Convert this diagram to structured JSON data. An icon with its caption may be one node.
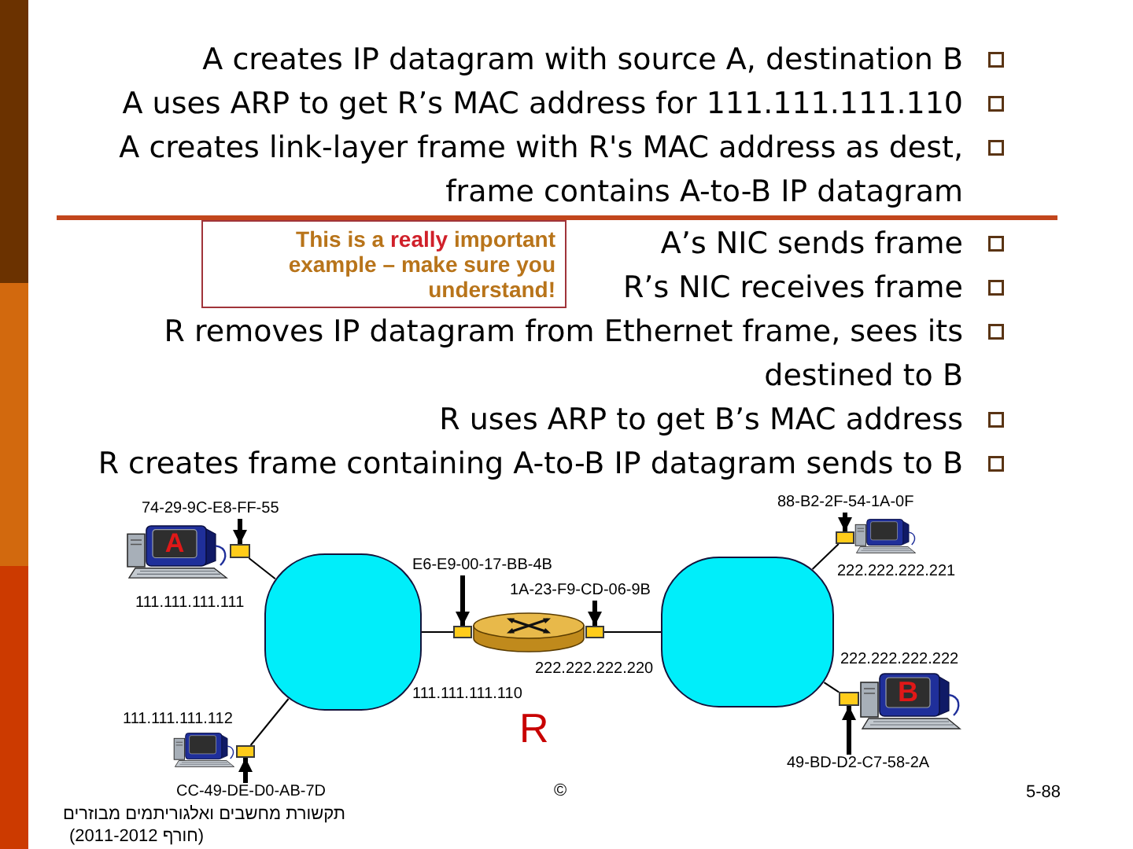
{
  "diagram": {
    "nodes": [
      {
        "text": [
          "This is a really important example – make sure you understand!"
        ]
      },
      {
        "text": [
          "74-29-9C-E8-FF-55"
        ]
      },
      {
        "text": [
          "A"
        ],
        "beside": [
          "111.111.111.111"
        ]
      },
      {
        "text": [],
        "shape": "box"
      },
      {
        "text": [],
        "shape": "cloud"
      },
      {
        "text": [],
        "shape": "picture",
        "beside": [
          "111.111.111.112"
        ]
      },
      {
        "text": [],
        "shape": "box"
      },
      {
        "text": [
          "CC-49-DE-D0-AB-7D"
        ]
      },
      {
        "text": [
          "E6-E9-00-17-BB-4B"
        ]
      },
      {
        "text": [
          "1A-23-F9-CD-06-9B"
        ]
      },
      {
        "text": [],
        "shape": "box"
      },
      {
        "text": [],
        "shape": "cylinder",
        "beside": [
          "R"
        ]
      },
      {
        "text": [],
        "shape": "box"
      },
      {
        "text": [],
        "shape": "cloud"
      },
      {
        "text": [
          "88-B2-2F-54-1A-0F"
        ]
      },
      {
        "text": [],
        "shape": "picture",
        "beside": [
          "222.222.222.221"
        ]
      },
      {
        "text": [],
        "shape": "box"
      },
      {
        "text": [
          "B"
        ],
        "beside": [
          "222.222.222.222"
        ]
      },
      {
        "text": [],
        "shape": "box"
      },
      {
        "text": [
          "49-BD-D2-C7-58-2A"
        ]
      }
    ],
    "edges": [
      {
        "from": 3,
        "to": 4,
        "arrow": "none"
      },
      {
        "from": 6,
        "to": 4,
        "arrow": "none"
      },
      {
        "from": 10,
        "to": 4,
        "arrow": "none"
      },
      {
        "from": 12,
        "to": 13,
        "arrow": "none"
      },
      {
        "from": 16,
        "to": 13,
        "arrow": "none"
      },
      {
        "from": 18,
        "to": 13,
        "arrow": "none"
      },
      {
        "from": 1,
        "to": 3,
        "arrow": "to",
        "style": "thick"
      },
      {
        "from": 7,
        "to": 6,
        "arrow": "to",
        "style": "thick"
      },
      {
        "from": 8,
        "to": 10,
        "arrow": "to",
        "style": "thick"
      },
      {
        "from": 9,
        "to": 12,
        "arrow": "to",
        "style": "thick"
      },
      {
        "from": 14,
        "to": 16,
        "arrow": "to",
        "style": "thick"
      },
      {
        "from": 19,
        "to": 18,
        "arrow": "to",
        "style": "thick"
      }
    ],
    "labels": [
      "A creates IP datagram with source A, destination B",
      "A uses ARP to get R’s MAC address for 111.111.111.110",
      "A creates link-layer frame with R's MAC address as dest, frame contains A-to-B IP datagram",
      "A’s NIC sends frame",
      "R’s NIC receives frame",
      "R removes IP datagram from Ethernet frame, sees its destined to B",
      "R uses ARP to get B’s MAC address",
      "R creates frame containing A-to-B IP datagram sends to B",
      "222.222.222.220",
      "111.111.111.110",
      "תקשורת מחשבים ואלגוריתמים מבוזרים",
      "(חורף 2011-2012)",
      "©",
      "5-88"
    ]
  }
}
